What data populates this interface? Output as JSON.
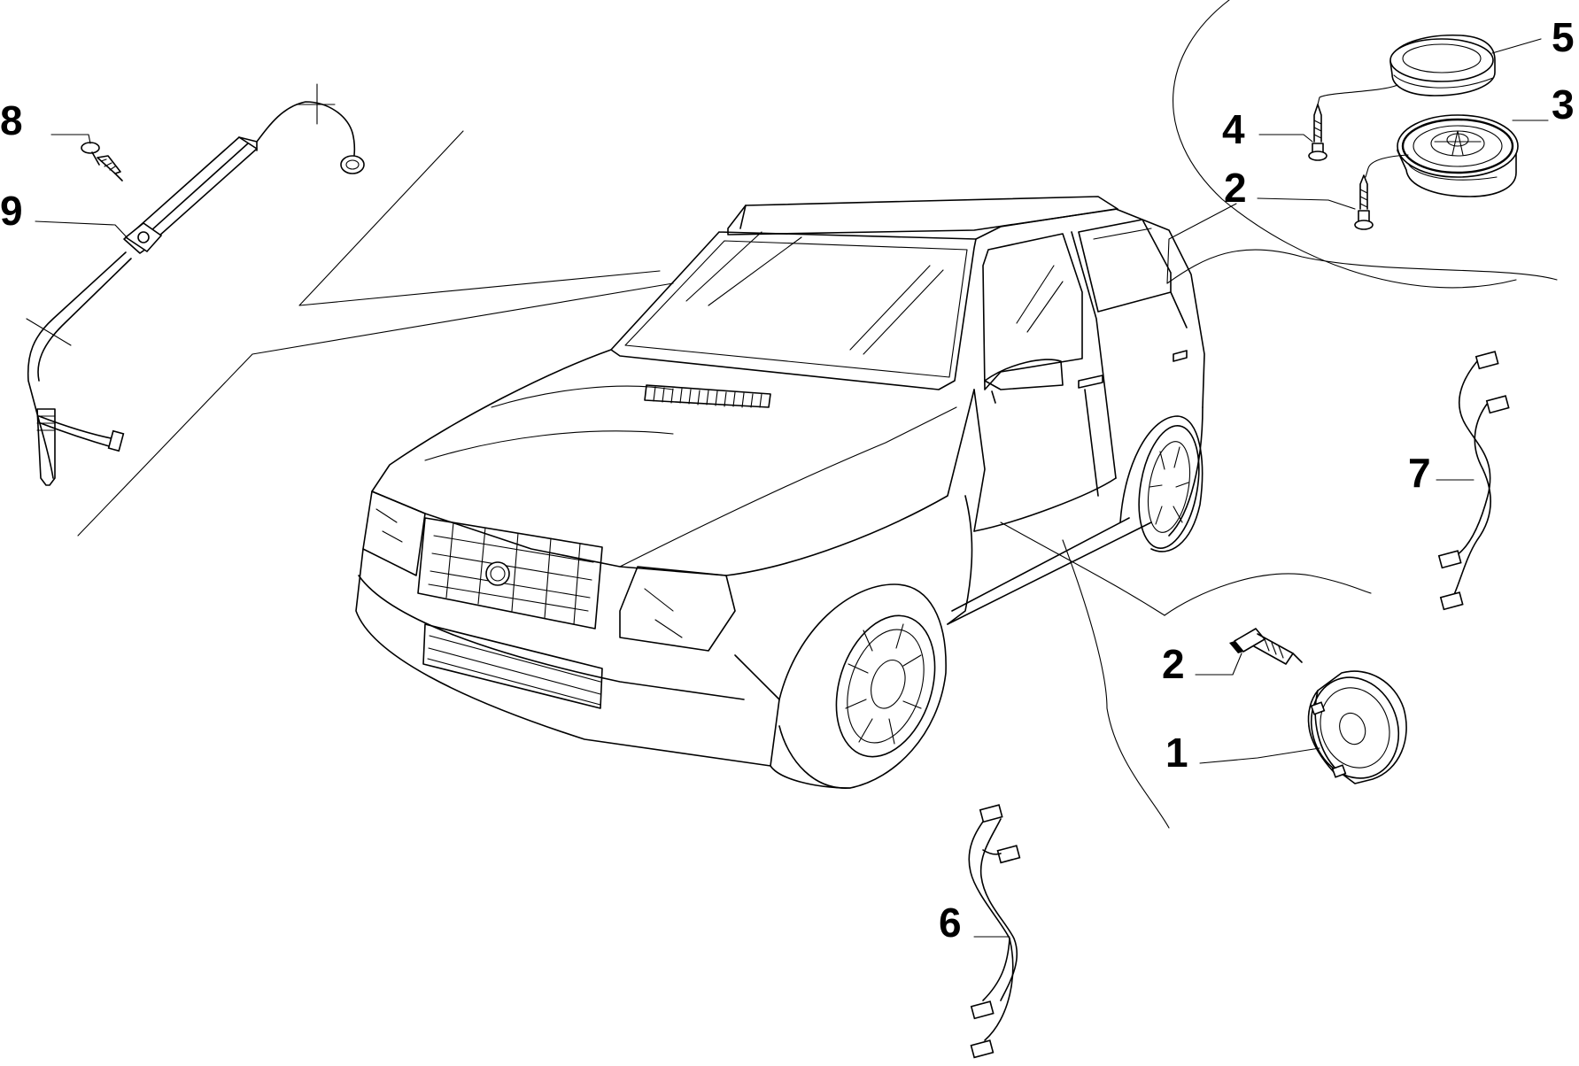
{
  "diagram": {
    "callouts": [
      {
        "id": "1",
        "label": "1"
      },
      {
        "id": "2a",
        "label": "2"
      },
      {
        "id": "2b",
        "label": "2"
      },
      {
        "id": "3",
        "label": "3"
      },
      {
        "id": "4",
        "label": "4"
      },
      {
        "id": "5",
        "label": "5"
      },
      {
        "id": "6",
        "label": "6"
      },
      {
        "id": "7",
        "label": "7"
      },
      {
        "id": "8",
        "label": "8"
      },
      {
        "id": "9",
        "label": "9"
      }
    ]
  }
}
